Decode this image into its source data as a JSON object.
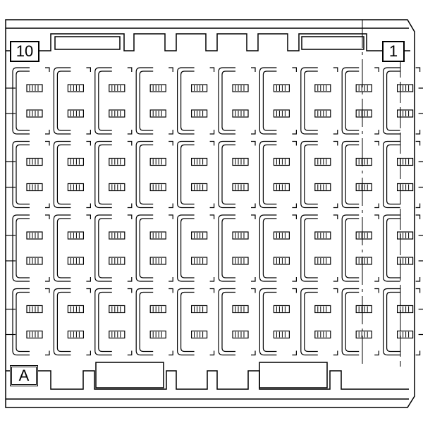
{
  "drawing": {
    "position_label_left": "10",
    "position_label_right": "1",
    "row_label": "A",
    "grid": {
      "rows": 4,
      "columns": 10
    },
    "line_color": "#000000",
    "background_color": "#ffffff"
  }
}
